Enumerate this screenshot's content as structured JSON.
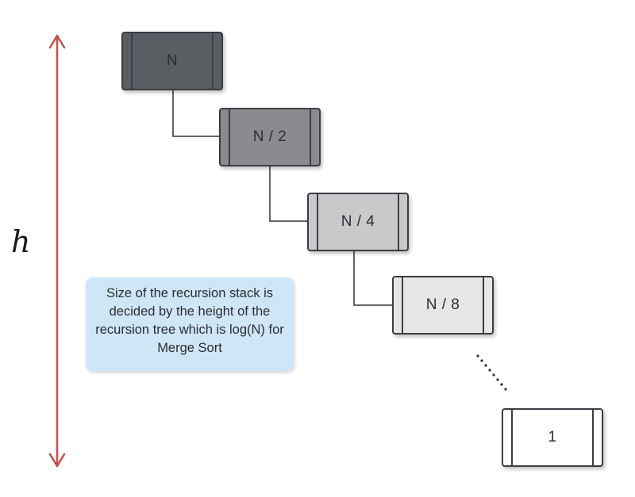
{
  "height_label": "h",
  "nodes": [
    "N",
    "N / 2",
    "N / 4",
    "N / 8",
    "1"
  ],
  "note_text": "Size of the recursion stack is decided by the height of the recursion tree which is log(N) for Merge Sort",
  "colors": {
    "arrow": "#c0504d",
    "connector": "#2f3136",
    "node_border": "#3a3d44",
    "note_background": "#cfe6f6"
  }
}
